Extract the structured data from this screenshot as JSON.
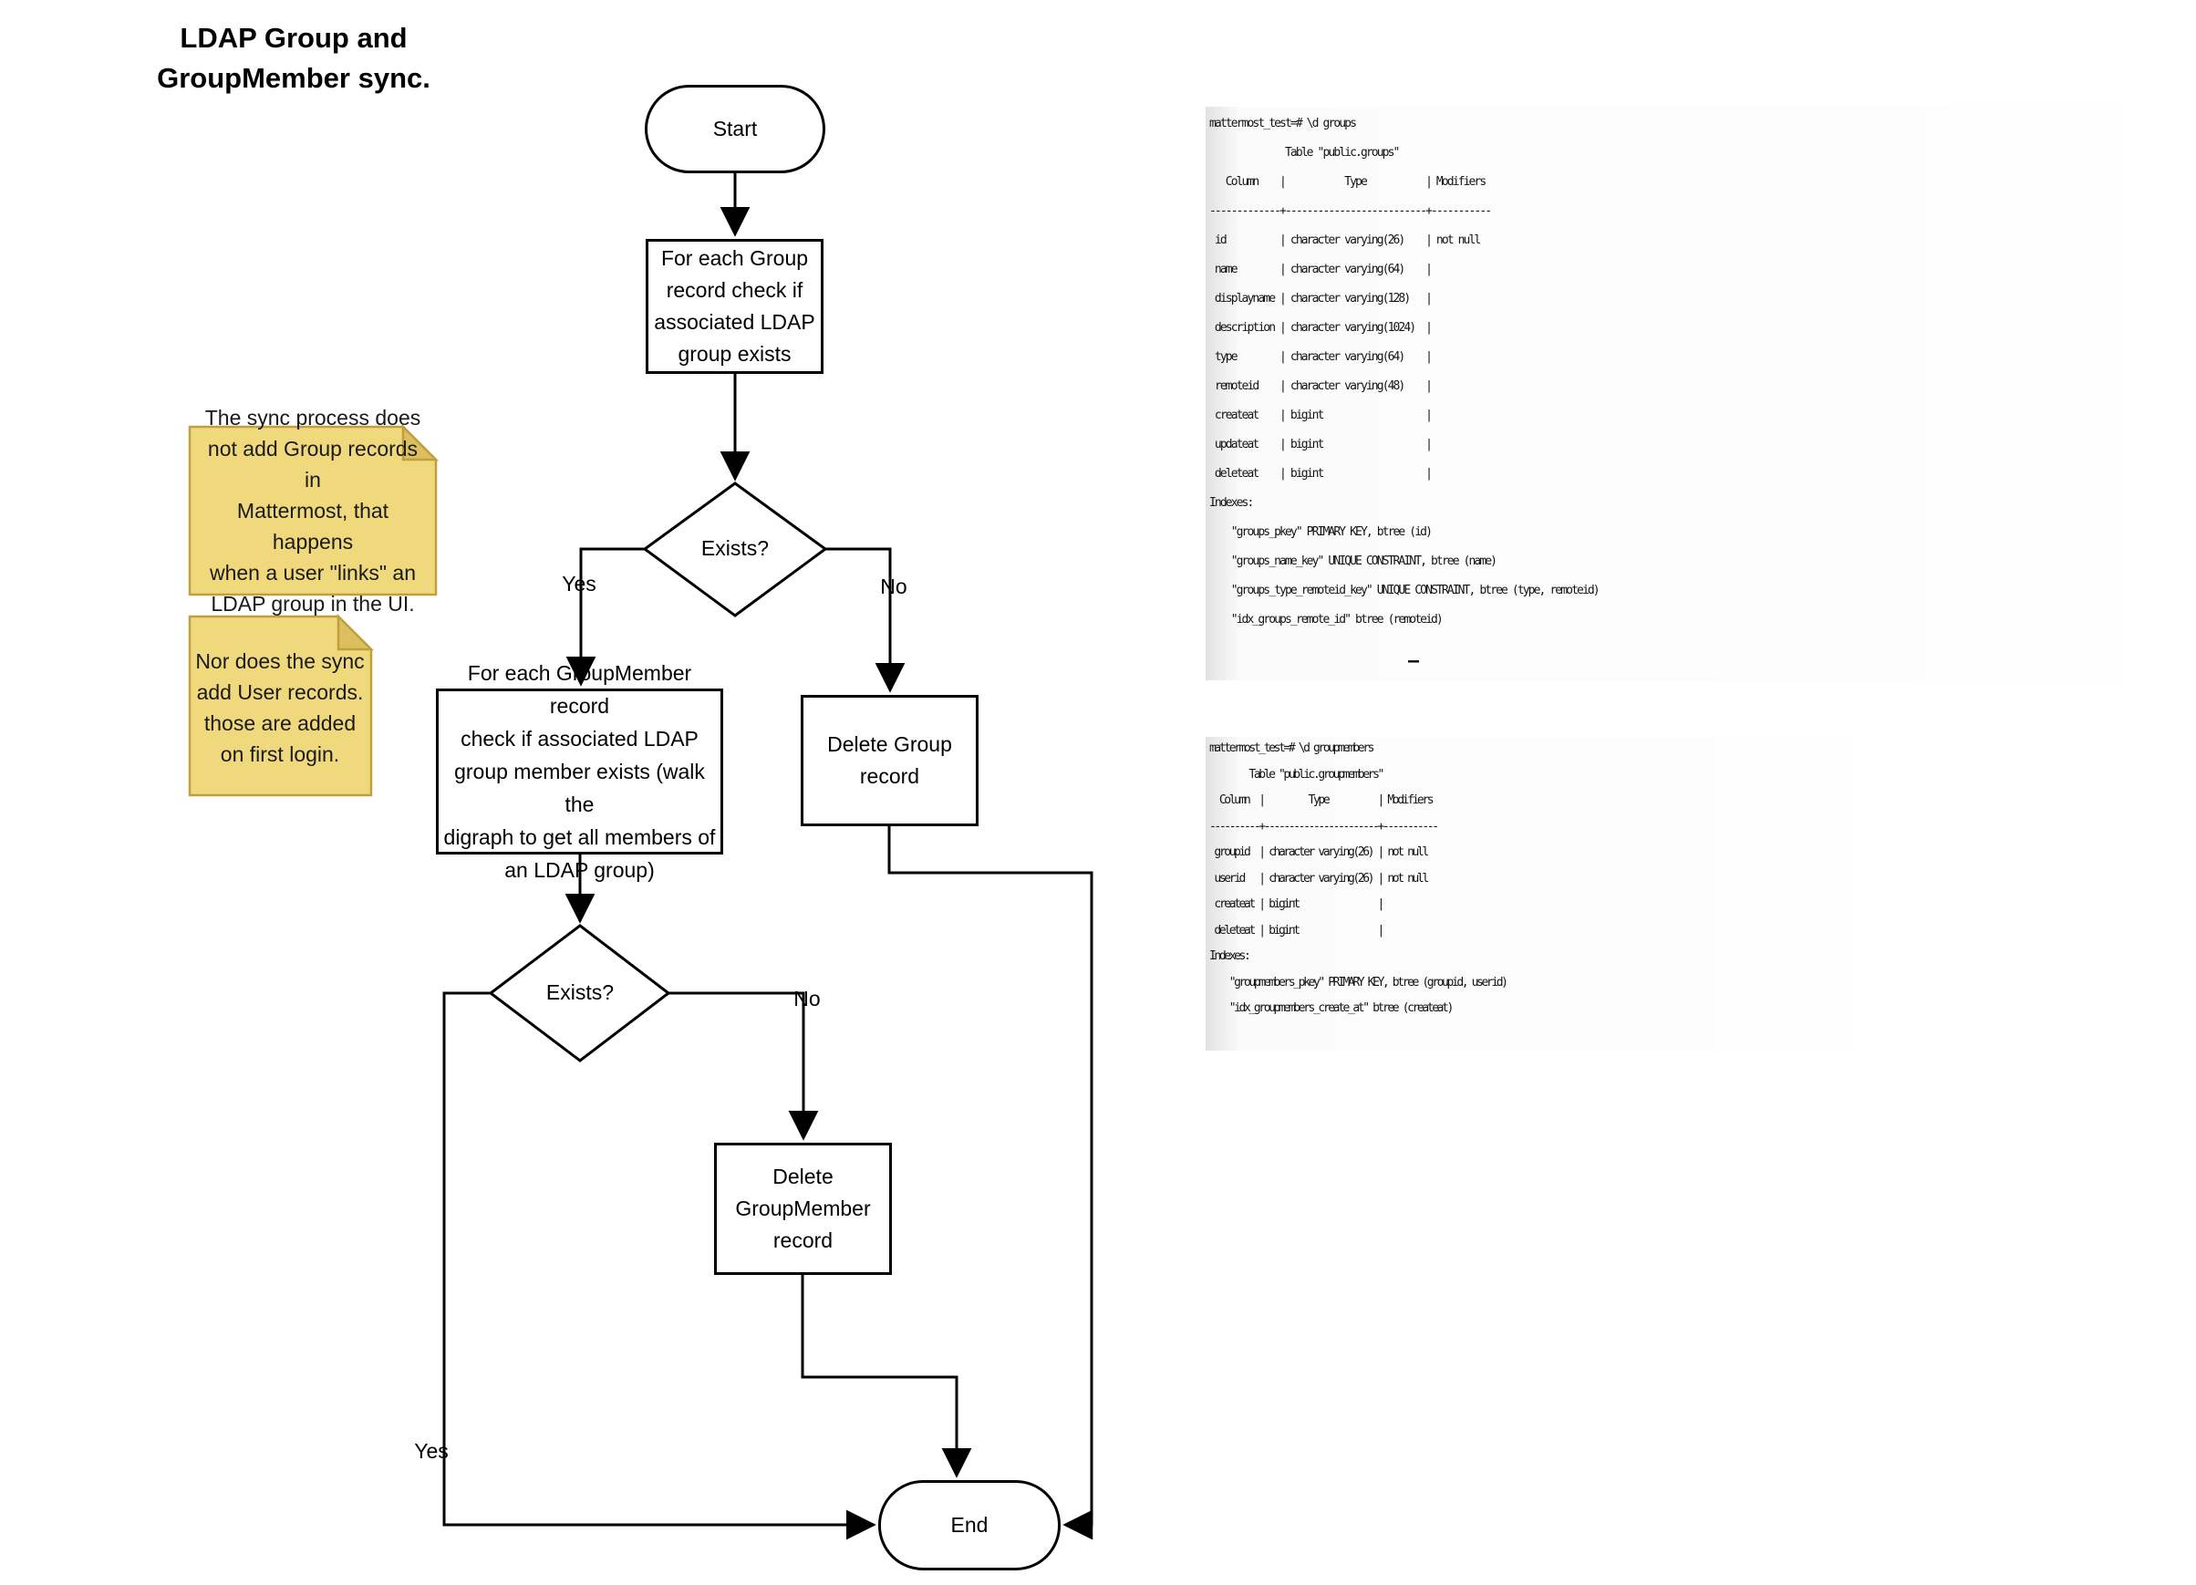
{
  "title": {
    "lines": [
      "LDAP Group and",
      "GroupMember sync."
    ]
  },
  "flowchart": {
    "start": {
      "label": "Start"
    },
    "group_check": {
      "lines": [
        "For each Group",
        "record check if",
        "associated LDAP",
        "group exists"
      ]
    },
    "decision1": {
      "label": "Exists?",
      "yes_label": "Yes",
      "no_label": "No"
    },
    "groupmember_check": {
      "lines": [
        "For each GroupMember record",
        "check if associated LDAP",
        "group member exists (walk the",
        "digraph to get all members of",
        "an LDAP group)"
      ]
    },
    "delete_group": {
      "lines": [
        "Delete Group",
        "record"
      ]
    },
    "decision2": {
      "label": "Exists?",
      "yes_label": "Yes",
      "no_label": "No"
    },
    "delete_groupmember": {
      "lines": [
        "Delete",
        "GroupMember",
        "record"
      ]
    },
    "end": {
      "label": "End"
    }
  },
  "notes": {
    "note1": {
      "lines": [
        "The sync process does",
        "not add Group records in",
        "Mattermost, that happens",
        "when a user \"links\" an",
        "LDAP group in the UI."
      ]
    },
    "note2": {
      "lines": [
        "Nor does the sync",
        "add User records.",
        "those are added",
        "on first login."
      ]
    }
  },
  "terminals": {
    "groups": {
      "lines": [
        "mattermost_test=# \\d groups",
        "              Table \"public.groups\"",
        "   Column    |           Type           | Modifiers",
        "-------------+--------------------------+-----------",
        " id          | character varying(26)    | not null",
        " name        | character varying(64)    |",
        " displayname | character varying(128)   |",
        " description | character varying(1024)  |",
        " type        | character varying(64)    |",
        " remoteid    | character varying(48)    |",
        " createat    | bigint                   |",
        " updateat    | bigint                   |",
        " deleteat    | bigint                   |",
        "Indexes:",
        "    \"groups_pkey\" PRIMARY KEY, btree (id)",
        "    \"groups_name_key\" UNIQUE CONSTRAINT, btree (name)",
        "    \"groups_type_remoteid_key\" UNIQUE CONSTRAINT, btree (type, remoteid)",
        "    \"idx_groups_remote_id\" btree (remoteid)"
      ]
    },
    "groupmembers": {
      "lines": [
        "mattermost_test=# \\d groupmembers",
        "        Table \"public.groupmembers\"",
        "  Column  |         Type          | Modifiers",
        "----------+-----------------------+-----------",
        " groupid  | character varying(26) | not null",
        " userid   | character varying(26) | not null",
        " createat | bigint                |",
        " deleteat | bigint                |",
        "Indexes:",
        "    \"groupmembers_pkey\" PRIMARY KEY, btree (groupid, userid)",
        "    \"idx_groupmembers_create_at\" btree (createat)"
      ]
    },
    "stray_mark": "–"
  },
  "colors": {
    "flow_line": "#000000",
    "note_fill": "#f0d87c",
    "note_fold": "#dcbf5f",
    "note_border": "#bfa03c",
    "terminal_edge": "#e2e2e2"
  }
}
